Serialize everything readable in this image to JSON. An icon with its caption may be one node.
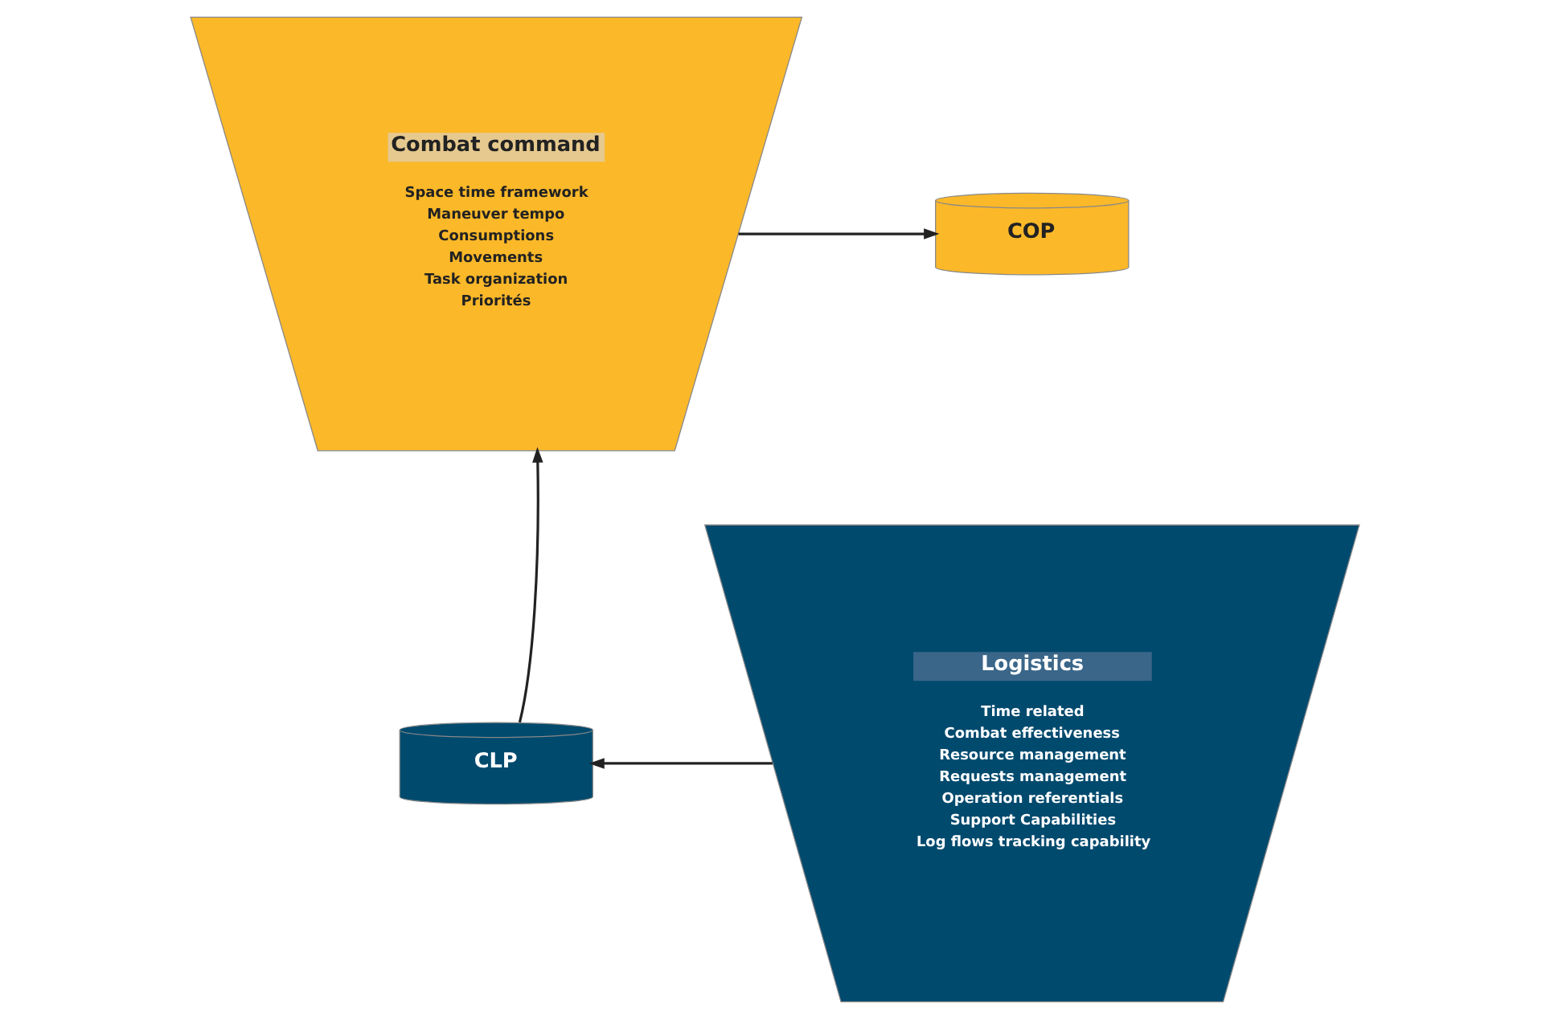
{
  "diagram": {
    "nodes": [
      {
        "text": [
          "Combat command",
          "Space time framework",
          "Maneuver tempo",
          "Consumptions",
          "Movements",
          "Task organization",
          "Priorités"
        ]
      },
      {
        "text": [
          "COP"
        ]
      },
      {
        "text": [
          "Logistics",
          "Time related",
          "Combat effectiveness",
          "Resource management",
          "Requests management",
          "Operation referentials",
          "Support Capabilities",
          "Log flows tracking capability"
        ]
      },
      {
        "text": [
          "CLP"
        ]
      }
    ],
    "edges": [
      {
        "from": 0,
        "to": 1,
        "arrow": "to"
      },
      {
        "from": 3,
        "to": 0,
        "arrow": "to"
      },
      {
        "from": 2,
        "to": 3,
        "arrow": "to"
      }
    ]
  }
}
